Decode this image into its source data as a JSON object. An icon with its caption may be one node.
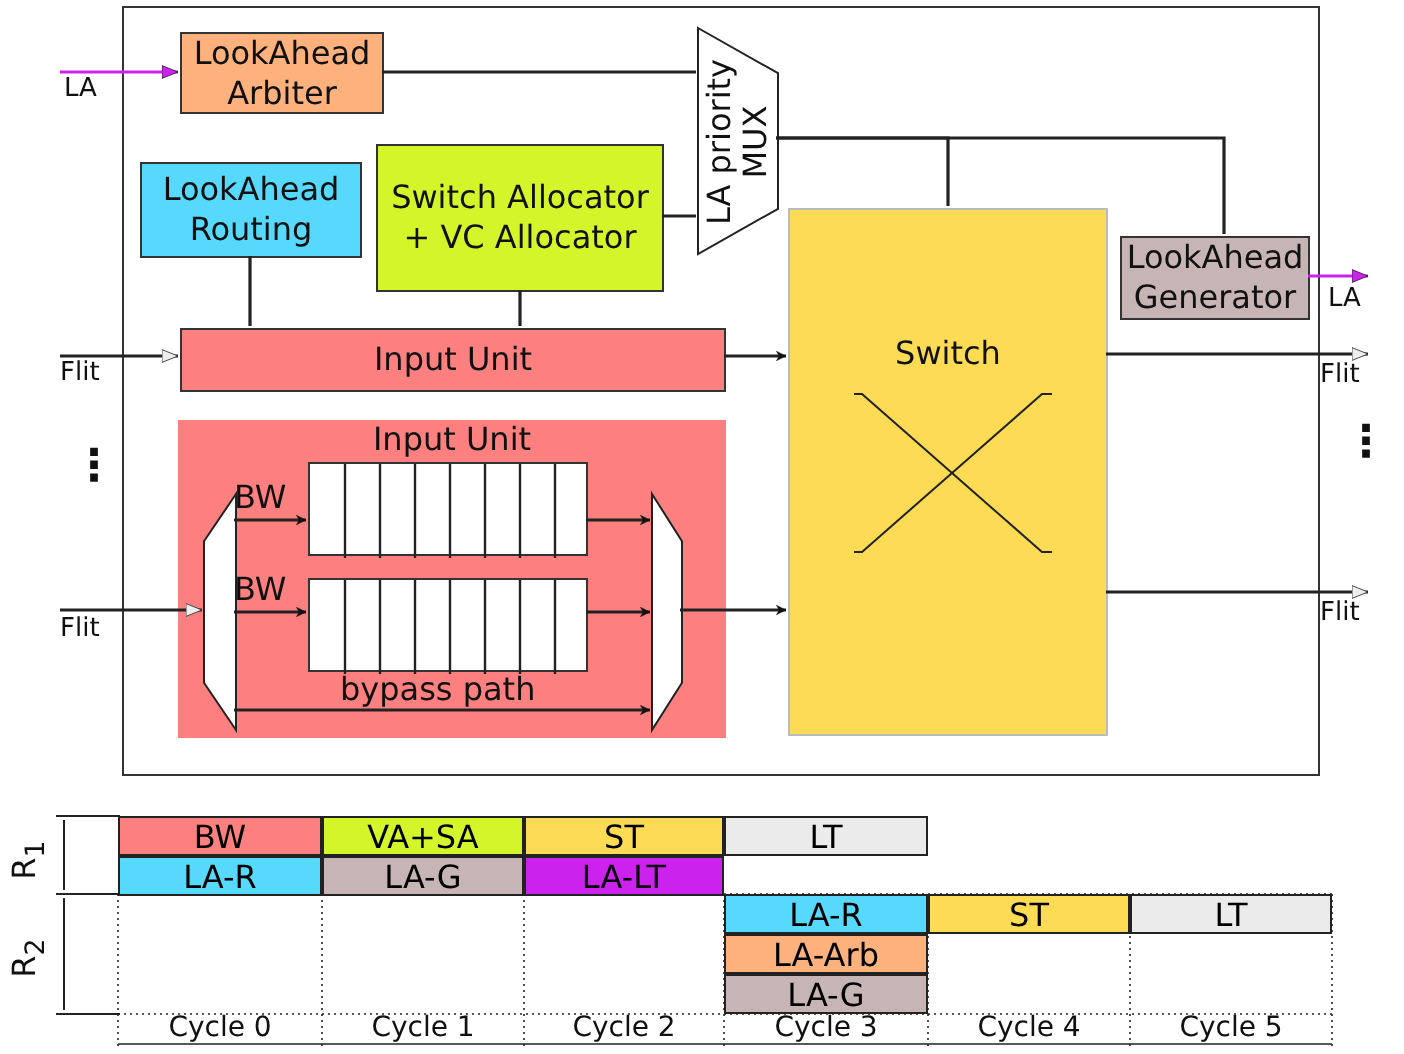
{
  "diagram": {
    "nodes": [
      {
        "text": [],
        "shape": "box"
      },
      {
        "text": [
          "LookAhead Arbiter"
        ],
        "in": 0
      },
      {
        "text": [
          "LA priority MUX"
        ],
        "in": 0
      },
      {
        "text": [
          "LookAhead Routing"
        ],
        "in": 0
      },
      {
        "text": [
          "Switch Allocator + VC Allocator"
        ],
        "in": 0
      },
      {
        "text": [
          "Input Unit"
        ],
        "in": 0
      },
      {
        "text": [
          "Switch"
        ],
        "in": 0
      },
      {
        "text": [
          "LookAhead Generator"
        ],
        "in": 0
      },
      {
        "text": [
          "Input Unit"
        ],
        "in": 0
      },
      {
        "text": [],
        "shape": "trapezoid",
        "in": 8
      },
      {
        "text": [],
        "shape": "box",
        "in": 8
      },
      {
        "text": [],
        "shape": "box",
        "in": 8
      },
      {
        "text": [],
        "shape": "trapezoid",
        "in": 8
      }
    ],
    "edges": [
      {
        "from": null,
        "to": 1,
        "arrow": "to",
        "label": "LA",
        "color": "#cc22ee"
      },
      {
        "from": 1,
        "to": 2,
        "arrow": "none"
      },
      {
        "from": 4,
        "to": 2,
        "arrow": "none"
      },
      {
        "from": 3,
        "to": 5,
        "arrow": "none"
      },
      {
        "from": 4,
        "to": 5,
        "arrow": "none"
      },
      {
        "from": 2,
        "to": 6,
        "arrow": "none"
      },
      {
        "from": 2,
        "to": 7,
        "arrow": "none"
      },
      {
        "from": 7,
        "to": null,
        "arrow": "to",
        "label": "LA",
        "color": "#cc22ee"
      },
      {
        "from": null,
        "to": 5,
        "arrow": "to",
        "label": "Flit"
      },
      {
        "from": 5,
        "to": 6,
        "arrow": "to"
      },
      {
        "from": 6,
        "to": null,
        "arrow": "to",
        "label": "Flit"
      },
      {
        "from": null,
        "to": 9,
        "arrow": "to",
        "label": "Flit"
      },
      {
        "from": 9,
        "to": 10,
        "arrow": "to",
        "label": "BW"
      },
      {
        "from": 9,
        "to": 11,
        "arrow": "to",
        "label": "BW"
      },
      {
        "from": 9,
        "to": 12,
        "arrow": "to",
        "label": "bypass path"
      },
      {
        "from": 10,
        "to": 12,
        "arrow": "to"
      },
      {
        "from": 11,
        "to": 12,
        "arrow": "to"
      },
      {
        "from": 12,
        "to": 6,
        "arrow": "to"
      },
      {
        "from": 6,
        "to": null,
        "arrow": "to",
        "label": "Flit"
      }
    ],
    "labels": [
      "⋮",
      "⋮",
      "R$_{1}$",
      "BW",
      "VA+SA",
      "ST",
      "LT",
      "LA-R",
      "LA-G",
      "LA-LT",
      "R$_{2}$",
      "LA-R",
      "ST",
      "LT",
      "LA-Arb",
      "LA-G",
      "Cycle 0",
      "Cycle 1",
      "Cycle 2",
      "Cycle 3",
      "Cycle 4",
      "Cycle 5"
    ]
  }
}
